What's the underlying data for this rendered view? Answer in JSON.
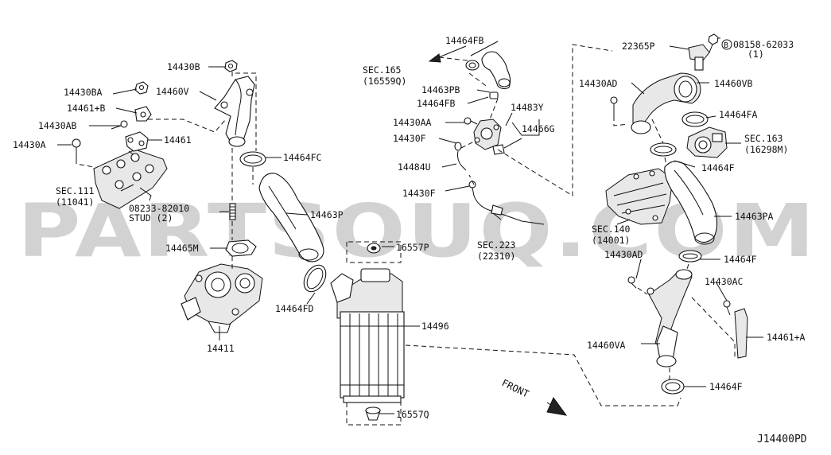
{
  "watermark": "PARTSOUQ.COM",
  "diagram_code": "J14400PD",
  "front_label": "FRONT",
  "labels": {
    "l_14430B": "14430B",
    "l_14460V": "14460V",
    "l_14430BA": "14430BA",
    "l_14461B": "14461+B",
    "l_14430AB": "14430AB",
    "l_14430A": "14430A",
    "l_14461": "14461",
    "l_14464FC": "14464FC",
    "l_sec111": "SEC.111",
    "l_sec111n": "(11041)",
    "l_stud1": "08233-82010",
    "l_stud2": "STUD (2)",
    "l_14463P": "14463P",
    "l_14465M": "14465M",
    "l_14464FD": "14464FD",
    "l_14411": "14411",
    "l_14464FB_top": "14464FB",
    "l_sec165": "SEC.165",
    "l_sec165n": "(16559Q)",
    "l_14463PB": "14463PB",
    "l_14464FB_mid": "14464FB",
    "l_14483Y": "14483Y",
    "l_14430AA": "14430AA",
    "l_14466G": "14466G",
    "l_14430F_top": "14430F",
    "l_14484U": "14484U",
    "l_14430F_bot": "14430F",
    "l_sec223": "SEC.223",
    "l_sec223n": "(22310)",
    "l_16557P": "16557P",
    "l_14496": "14496",
    "l_16557Q": "16557Q",
    "l_22365P": "22365P",
    "l_b_circle": "B",
    "l_bolt": "08158-62033",
    "l_bolt_qty": "(1)",
    "l_14430AD_top": "14430AD",
    "l_14460VB": "14460VB",
    "l_14464FA": "14464FA",
    "l_sec163": "SEC.163",
    "l_sec163n": "(16298M)",
    "l_14464F_1": "14464F",
    "l_14463PA": "14463PA",
    "l_sec140": "SEC.140",
    "l_sec140n": "(14001)",
    "l_14430AD_mid": "14430AD",
    "l_14464F_2": "14464F",
    "l_14430AC": "14430AC",
    "l_14461A": "14461+A",
    "l_14460VA": "14460VA",
    "l_14464F_3": "14464F"
  }
}
